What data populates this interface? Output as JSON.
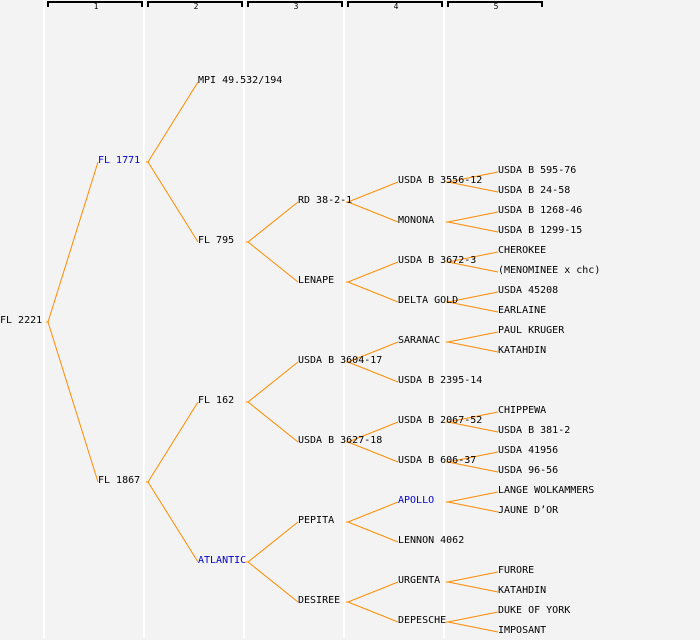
{
  "header": {
    "generations": [
      "1",
      "2",
      "3",
      "4",
      "5"
    ]
  },
  "colors": {
    "line": "#ff8c00",
    "highlight": "#0000cc",
    "text": "#000000",
    "background": "#f3f3f3"
  },
  "pedigree": {
    "name": "FL 2221",
    "parents": [
      {
        "name": "FL 1771",
        "highlight": true,
        "parents": [
          {
            "name": "MPI 49.532/194"
          },
          {
            "name": "FL 795",
            "parents": [
              {
                "name": "RD 38-2-1",
                "parents": [
                  {
                    "name": "USDA B 3556-12",
                    "parents": [
                      {
                        "name": "USDA B 595-76"
                      },
                      {
                        "name": "USDA B 24-58"
                      }
                    ]
                  },
                  {
                    "name": "MONONA",
                    "parents": [
                      {
                        "name": "USDA B 1268-46"
                      },
                      {
                        "name": "USDA B 1299-15"
                      }
                    ]
                  }
                ]
              },
              {
                "name": "LENAPE",
                "parents": [
                  {
                    "name": "USDA B 3672-3",
                    "parents": [
                      {
                        "name": "CHEROKEE"
                      },
                      {
                        "name": "(MENOMINEE x chc)"
                      }
                    ]
                  },
                  {
                    "name": "DELTA GOLD",
                    "parents": [
                      {
                        "name": "USDA 45208"
                      },
                      {
                        "name": "EARLAINE"
                      }
                    ]
                  }
                ]
              }
            ]
          }
        ]
      },
      {
        "name": "FL 1867",
        "parents": [
          {
            "name": "FL 162",
            "parents": [
              {
                "name": "USDA B 3604-17",
                "parents": [
                  {
                    "name": "SARANAC",
                    "parents": [
                      {
                        "name": "PAUL KRUGER"
                      },
                      {
                        "name": "KATAHDIN"
                      }
                    ]
                  },
                  {
                    "name": "USDA B 2395-14"
                  }
                ]
              },
              {
                "name": "USDA B 3627-18",
                "parents": [
                  {
                    "name": "USDA B 2067-52",
                    "parents": [
                      {
                        "name": "CHIPPEWA"
                      },
                      {
                        "name": "USDA B 381-2"
                      }
                    ]
                  },
                  {
                    "name": "USDA B 606-37",
                    "parents": [
                      {
                        "name": "USDA 41956"
                      },
                      {
                        "name": "USDA 96-56"
                      }
                    ]
                  }
                ]
              }
            ]
          },
          {
            "name": "ATLANTIC",
            "highlight": true,
            "parents": [
              {
                "name": "PEPITA",
                "parents": [
                  {
                    "name": "APOLLO",
                    "highlight": true,
                    "parents": [
                      {
                        "name": "LANGE WOLKAMMERS"
                      },
                      {
                        "name": "JAUNE D’OR"
                      }
                    ]
                  },
                  {
                    "name": "LENNON 4062"
                  }
                ]
              },
              {
                "name": "DESIREE",
                "parents": [
                  {
                    "name": "URGENTA",
                    "parents": [
                      {
                        "name": "FURORE"
                      },
                      {
                        "name": "KATAHDIN"
                      }
                    ]
                  },
                  {
                    "name": "DEPESCHE",
                    "parents": [
                      {
                        "name": "DUKE OF YORK"
                      },
                      {
                        "name": "IMPOSANT"
                      }
                    ]
                  }
                ]
              }
            ]
          }
        ]
      }
    ]
  }
}
